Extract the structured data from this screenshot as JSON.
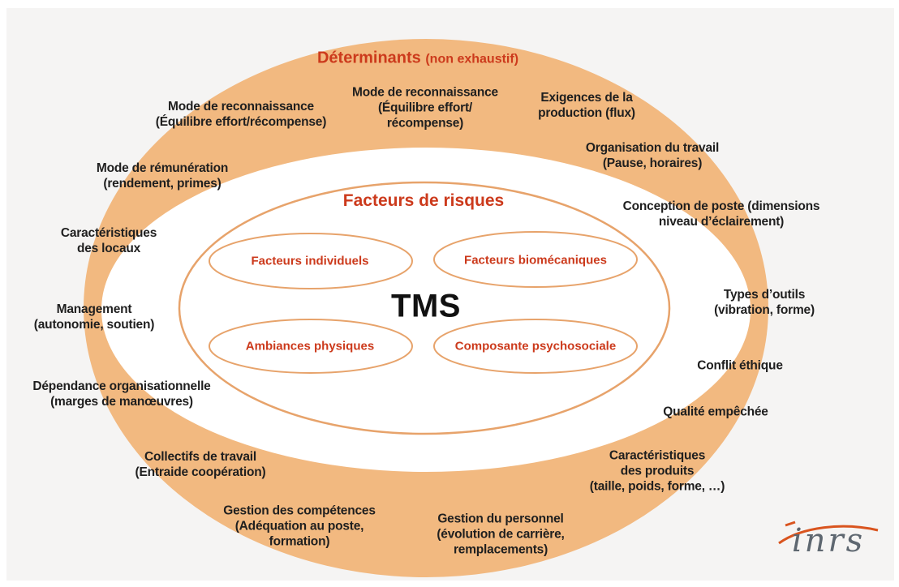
{
  "diagram": {
    "outer_title": "Déterminants",
    "outer_title_note": "(non exhaustif)",
    "inner_title": "Facteurs de risques",
    "center": "TMS",
    "factors": [
      "Facteurs individuels",
      "Facteurs biomécaniques",
      "Ambiances physiques",
      "Composante psychosociale"
    ],
    "determinants": [
      {
        "lines": [
          "Mode de reconnaissance",
          "(Équilibre effort/récompense)"
        ]
      },
      {
        "lines": [
          "Mode de reconnaissance",
          "(Équilibre effort/",
          "récompense)"
        ]
      },
      {
        "lines": [
          "Exigences de la",
          "production (flux)"
        ]
      },
      {
        "lines": [
          "Organisation du travail",
          "(Pause, horaires)"
        ]
      },
      {
        "lines": [
          "Conception de poste (dimensions",
          "niveau d’éclairement)"
        ]
      },
      {
        "lines": [
          "Mode de rémunération",
          "(rendement, primes)"
        ]
      },
      {
        "lines": [
          "Caractéristiques",
          "des locaux"
        ]
      },
      {
        "lines": [
          "Management",
          "(autonomie, soutien)"
        ]
      },
      {
        "lines": [
          "Dépendance organisationnelle",
          "(marges de manœuvres)"
        ]
      },
      {
        "lines": [
          "Types d’outils",
          "(vibration, forme)"
        ]
      },
      {
        "lines": [
          "Conflit éthique"
        ]
      },
      {
        "lines": [
          "Qualité empêchée"
        ]
      },
      {
        "lines": [
          "Caractéristiques",
          "des produits",
          "(taille, poids, forme, …)"
        ]
      },
      {
        "lines": [
          "Collectifs de travail",
          "(Entraide coopération)"
        ]
      },
      {
        "lines": [
          "Gestion des compétences",
          "(Adéquation au poste,",
          "formation)"
        ]
      },
      {
        "lines": [
          "Gestion du personnel",
          "(évolution de carrière,",
          "remplacements)"
        ]
      }
    ]
  },
  "logo": {
    "text": "inrs"
  },
  "colors": {
    "ring": "#f2b980",
    "inner_fill": "#ffffff",
    "outline": "#e7a36b",
    "title": "#cc3a1c",
    "text": "#1f1f1f",
    "logo_accent": "#d9541e",
    "logo_text": "#5e6770"
  }
}
